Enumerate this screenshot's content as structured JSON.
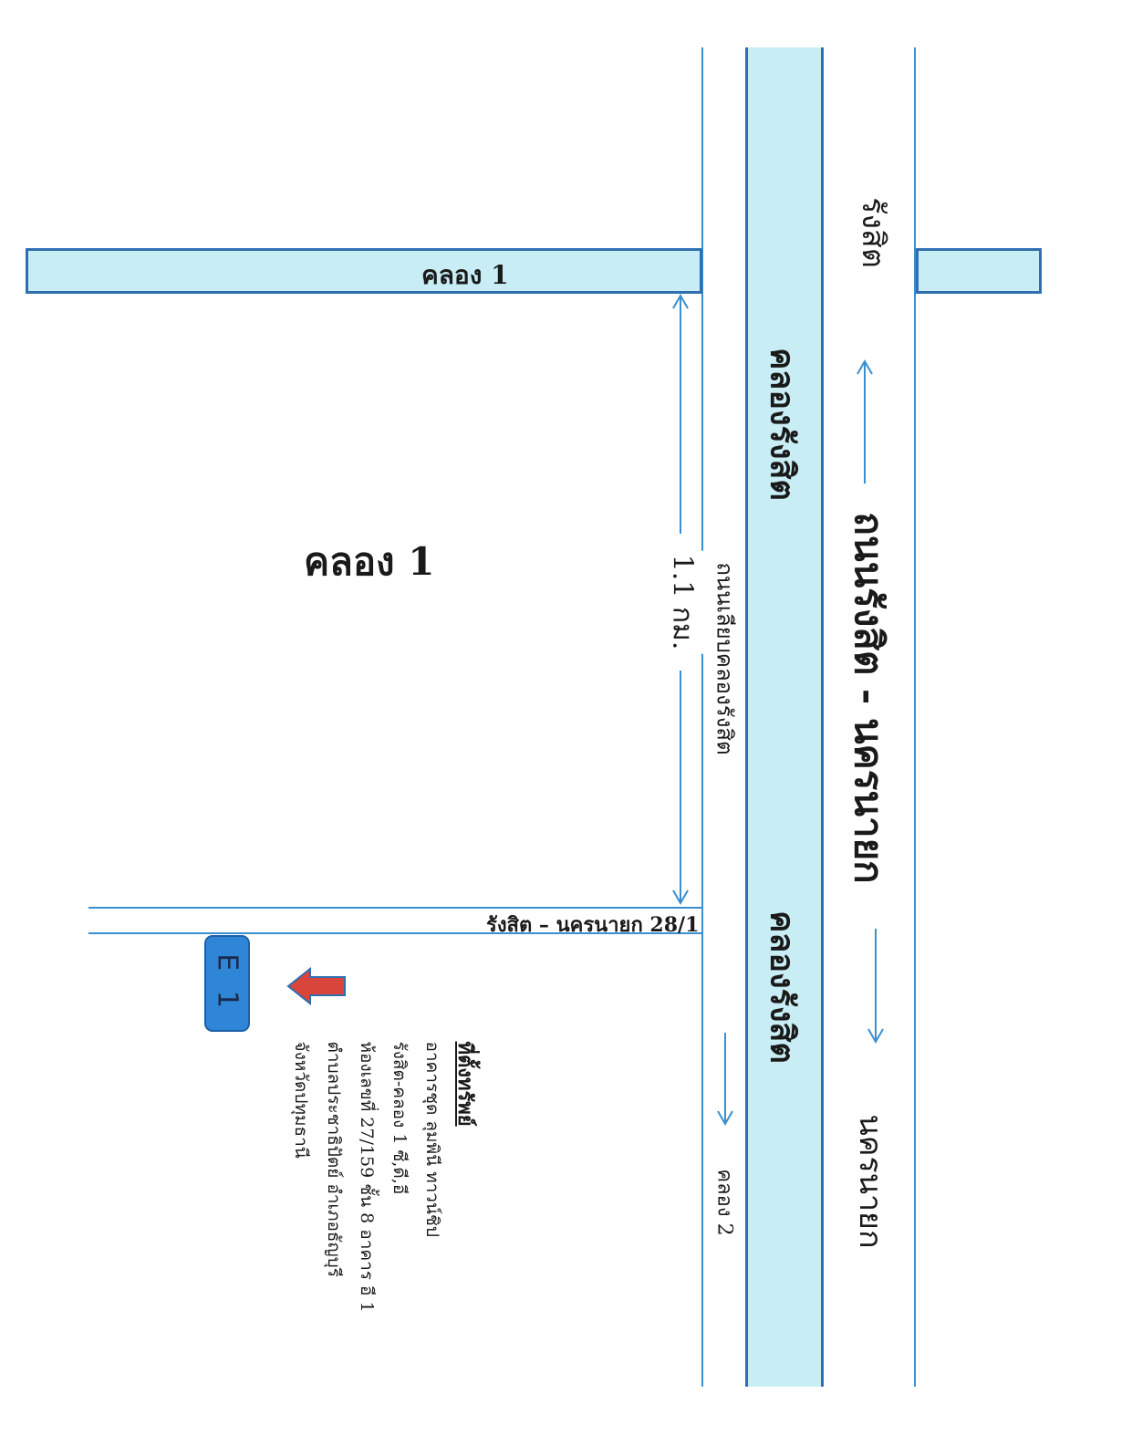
{
  "labels": {
    "canal_1_top": "คลอง 1",
    "canal_1_area": "คลอง 1",
    "rangsit": "รังสิต",
    "canal_rangsit_1": "คลองรังสิต",
    "canal_rangsit_2": "คลองรังสิต",
    "main_road": "ถนนรังสิต - นครนายก",
    "nakhon_nayok": "นครนายก",
    "distance": "1.1 กม.",
    "frontage_road": "ถนนเลียบคลองรังสิต",
    "side_road": "รังสิต – นครนายก 28/1",
    "canal_2": "คลอง 2",
    "marker": "E 1"
  },
  "address": {
    "title": "ที่ตั้งทรัพย์",
    "lines": [
      "อาคารชุด ลุมพินี ทาวน์ชิป",
      "รังสิต-คลอง 1 ซี,ดี,อี",
      "ห้องเลขที่ 27/159 ชั้น 8 อาคาร อี 1",
      "ตำบลประชาธิปัตย์ อำเภอธัญบุรี",
      "จังหวัดปทุมธานี"
    ]
  },
  "colors": {
    "canal_fill": "#c8edf5",
    "canal_border": "#2f6fb0",
    "road_line": "#3a8fd0",
    "marker_fill": "#2f86d6",
    "arrow_red": "#d9453a"
  },
  "icons": {
    "direction_arrow": "left-arrow-icon",
    "traffic_arrows": "arrow-icon"
  }
}
